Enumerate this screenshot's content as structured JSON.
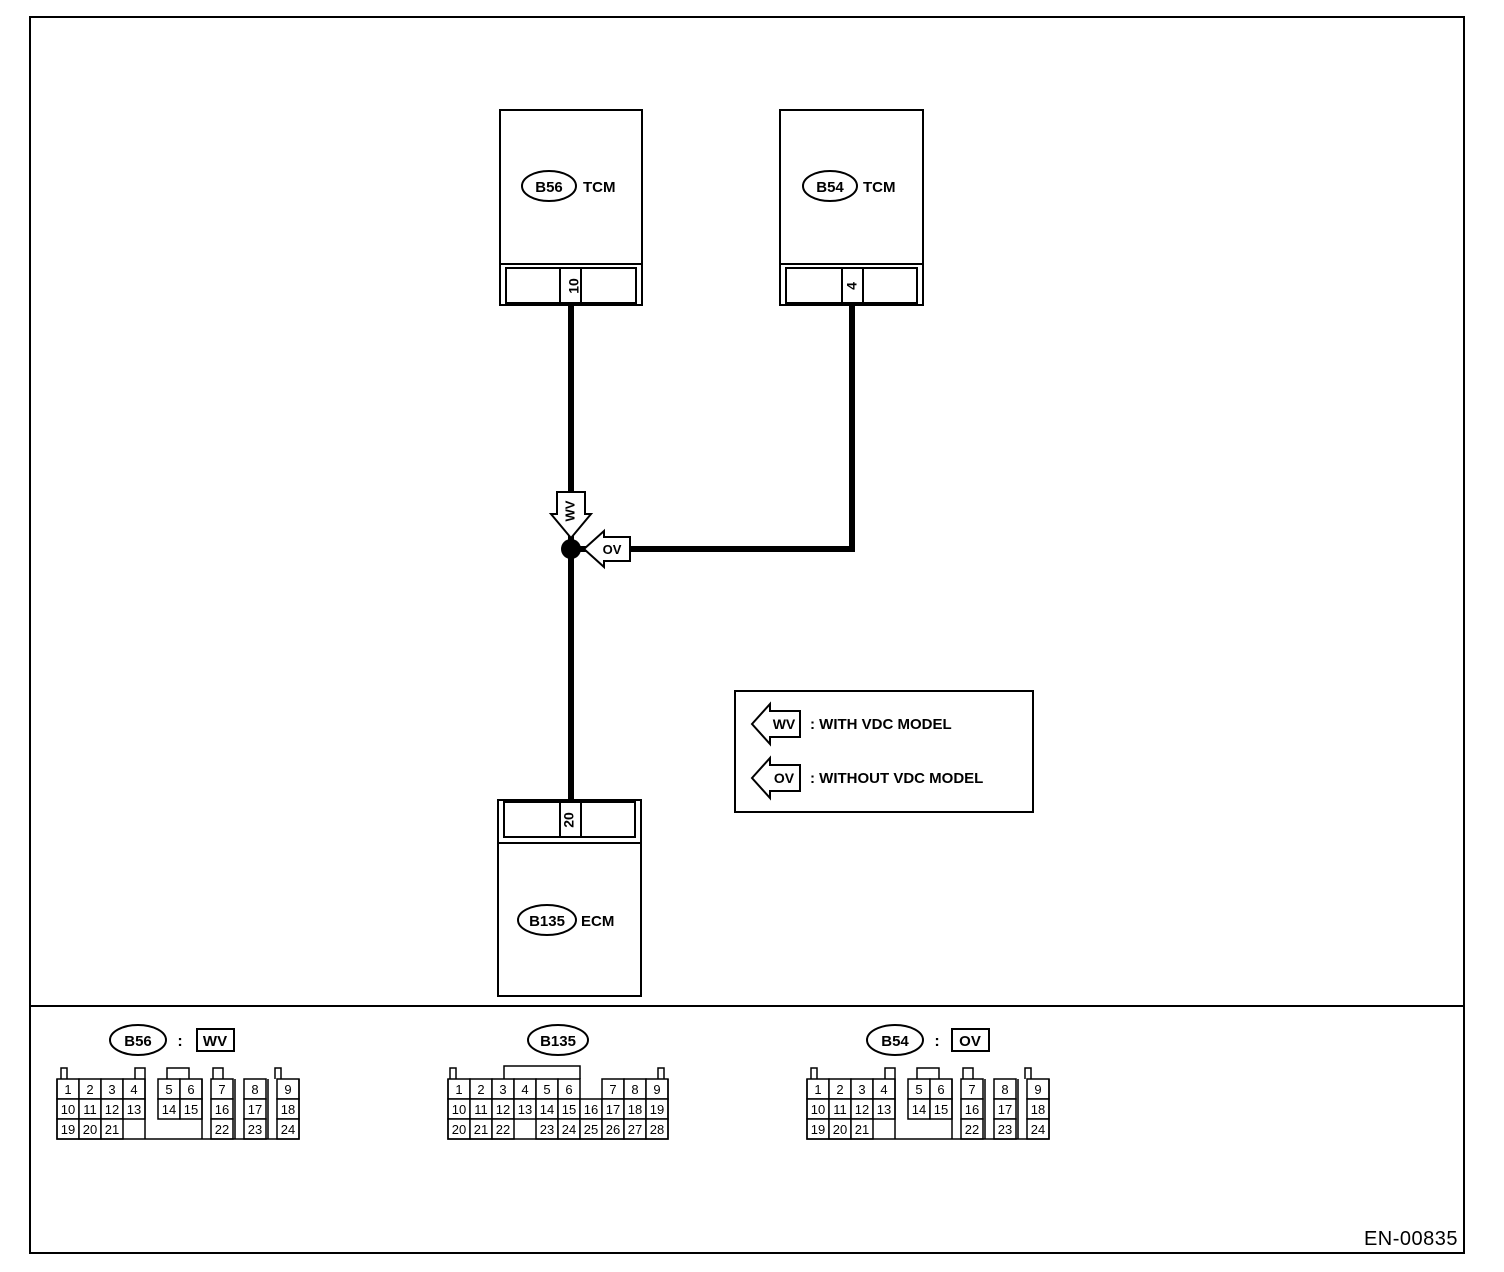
{
  "modules": {
    "tcm_b56": {
      "connector_id": "B56",
      "label": "TCM",
      "pin": "10"
    },
    "tcm_b54": {
      "connector_id": "B54",
      "label": "TCM",
      "pin": "4"
    },
    "ecm_b135": {
      "connector_id": "B135",
      "label": "ECM",
      "pin": "20"
    }
  },
  "arrows": {
    "wv_tag": "WV",
    "ov_tag": "OV"
  },
  "legend": {
    "items": [
      {
        "tag": "WV",
        "text": ": WITH VDC MODEL"
      },
      {
        "tag": "OV",
        "text": ": WITHOUT VDC MODEL"
      }
    ]
  },
  "connector_views": {
    "b56": {
      "id": "B56",
      "separator": ":",
      "variant": "WV",
      "rows": [
        [
          "1",
          "2",
          "3",
          "4",
          "5",
          "6",
          "7",
          "8",
          "9"
        ],
        [
          "10",
          "11",
          "12",
          "13",
          "14",
          "15",
          "16",
          "17",
          "18"
        ],
        [
          "19",
          "20",
          "21",
          "22",
          "23",
          "24"
        ]
      ]
    },
    "b135": {
      "id": "B135",
      "rows": [
        [
          "1",
          "2",
          "3",
          "4",
          "5",
          "6",
          "7",
          "8",
          "9"
        ],
        [
          "10",
          "11",
          "12",
          "13",
          "14",
          "15",
          "16",
          "17",
          "18",
          "19"
        ],
        [
          "20",
          "21",
          "22",
          "23",
          "24",
          "25",
          "26",
          "27",
          "28"
        ]
      ]
    },
    "b54": {
      "id": "B54",
      "separator": ":",
      "variant": "OV",
      "rows": [
        [
          "1",
          "2",
          "3",
          "4",
          "5",
          "6",
          "7",
          "8",
          "9"
        ],
        [
          "10",
          "11",
          "12",
          "13",
          "14",
          "15",
          "16",
          "17",
          "18"
        ],
        [
          "19",
          "20",
          "21",
          "22",
          "23",
          "24"
        ]
      ]
    }
  },
  "footer": {
    "code": "EN-00835"
  }
}
